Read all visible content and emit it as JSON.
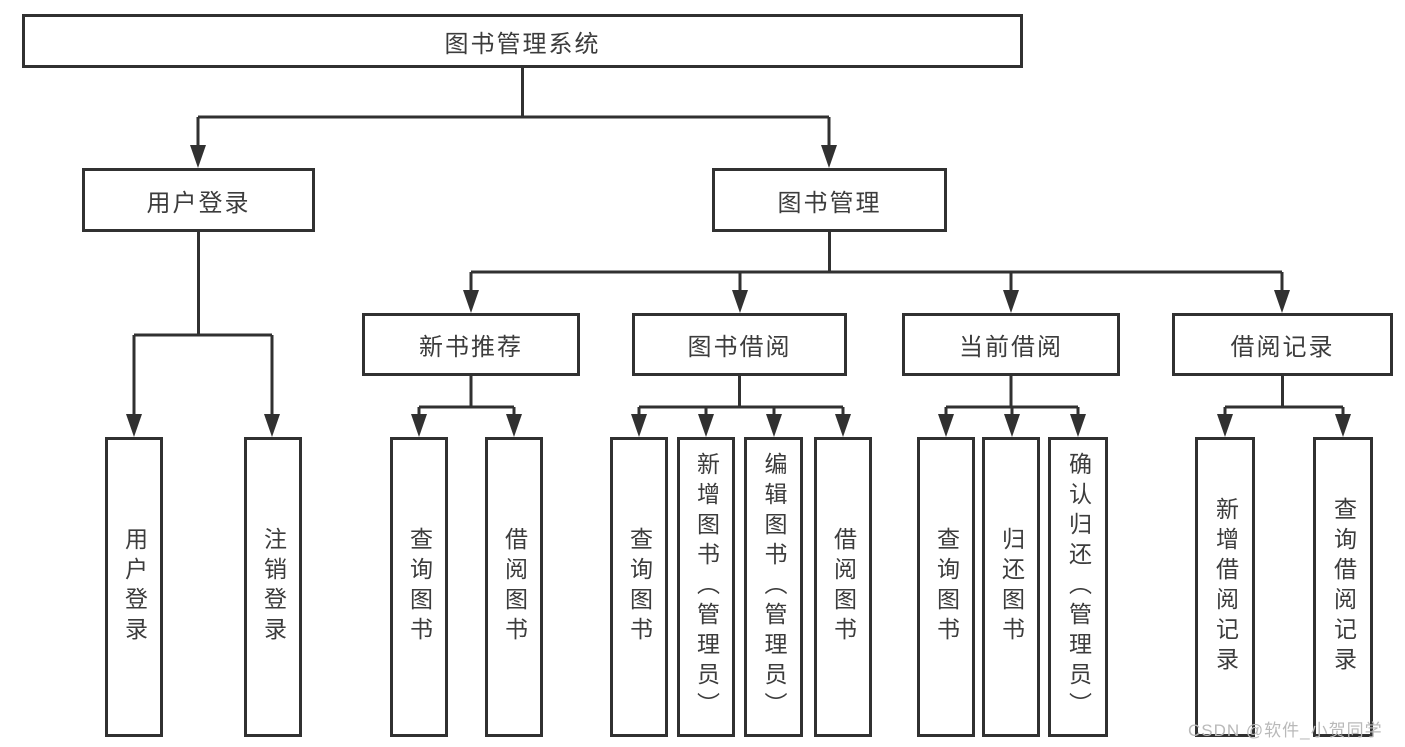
{
  "diagram": {
    "root_label": "图书管理系统",
    "user_login": {
      "label": "用户登录",
      "children": [
        {
          "label": "用户登录"
        },
        {
          "label": "注销登录"
        }
      ]
    },
    "book_management": {
      "label": "图书管理",
      "sections": [
        {
          "label": "新书推荐",
          "children": [
            {
              "label": "查询图书"
            },
            {
              "label": "借阅图书"
            }
          ]
        },
        {
          "label": "图书借阅",
          "children": [
            {
              "label": "查询图书"
            },
            {
              "label": "新增图书（管理员）"
            },
            {
              "label": "编辑图书（管理员）"
            },
            {
              "label": "借阅图书"
            }
          ]
        },
        {
          "label": "当前借阅",
          "children": [
            {
              "label": "查询图书"
            },
            {
              "label": "归还图书"
            },
            {
              "label": "确认归还（管理员）"
            }
          ]
        },
        {
          "label": "借阅记录",
          "children": [
            {
              "label": "新增借阅记录"
            },
            {
              "label": "查询借阅记录"
            }
          ]
        }
      ]
    }
  },
  "watermark": {
    "text": "CSDN @软件_小贺同学"
  },
  "colors": {
    "line": "#313131",
    "box_border": "#313131",
    "text": "#3c3c3c",
    "watermark": "#b9b9b9",
    "background": "#ffffff"
  }
}
